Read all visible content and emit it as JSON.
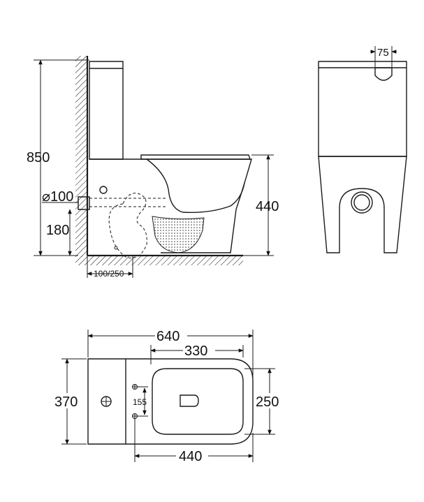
{
  "side_view": {
    "height_total": "850",
    "pipe_diameter": "⌀100",
    "outlet_height": "180",
    "seat_height": "440",
    "outlet_offset": "100/250"
  },
  "front_view": {
    "button_width": "75"
  },
  "top_view": {
    "length": "640",
    "bowl_length_top": "330",
    "width": "370",
    "bowl_width": "250",
    "fixing_spacing": "155",
    "bowl_length_bottom": "440"
  }
}
